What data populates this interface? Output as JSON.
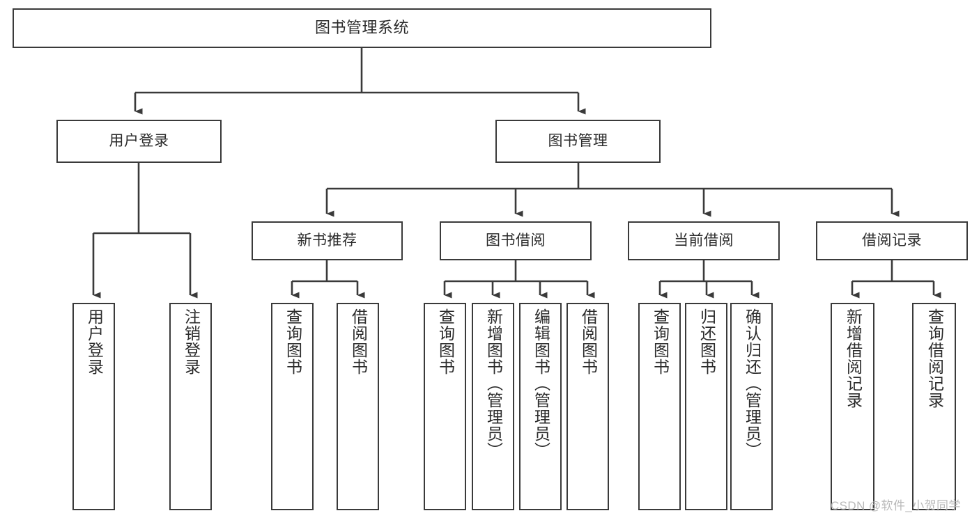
{
  "diagram": {
    "title": "图书管理系统",
    "type": "hierarchy-tree",
    "root": {
      "id": "root",
      "label": "图书管理系统"
    },
    "level1": [
      {
        "id": "user-login",
        "label": "用户登录"
      },
      {
        "id": "book-management",
        "label": "图书管理"
      }
    ],
    "level2": [
      {
        "id": "new-book-recommend",
        "label": "新书推荐",
        "parent": "book-management"
      },
      {
        "id": "book-borrow",
        "label": "图书借阅",
        "parent": "book-management"
      },
      {
        "id": "current-borrow",
        "label": "当前借阅",
        "parent": "book-management"
      },
      {
        "id": "borrow-record",
        "label": "借阅记录",
        "parent": "book-management"
      }
    ],
    "leaves": [
      {
        "id": "leaf-user-login",
        "label": "用户登录",
        "parent": "user-login"
      },
      {
        "id": "leaf-logout-login",
        "label": "注销登录",
        "parent": "user-login"
      },
      {
        "id": "leaf-query-book-1",
        "label": "查询图书",
        "parent": "new-book-recommend"
      },
      {
        "id": "leaf-borrow-book-1",
        "label": "借阅图书",
        "parent": "new-book-recommend"
      },
      {
        "id": "leaf-query-book-2",
        "label": "查询图书",
        "parent": "book-borrow"
      },
      {
        "id": "leaf-add-book",
        "label": "新增图书（管理员）",
        "parent": "book-borrow"
      },
      {
        "id": "leaf-edit-book",
        "label": "编辑图书（管理员）",
        "parent": "book-borrow"
      },
      {
        "id": "leaf-borrow-book-2",
        "label": "借阅图书",
        "parent": "book-borrow"
      },
      {
        "id": "leaf-query-book-3",
        "label": "查询图书",
        "parent": "current-borrow"
      },
      {
        "id": "leaf-return-book",
        "label": "归还图书",
        "parent": "current-borrow"
      },
      {
        "id": "leaf-confirm-return",
        "label": "确认归还（管理员）",
        "parent": "current-borrow"
      },
      {
        "id": "leaf-add-record",
        "label": "新增借阅记录",
        "parent": "borrow-record"
      },
      {
        "id": "leaf-query-record",
        "label": "查询借阅记录",
        "parent": "borrow-record"
      }
    ],
    "colors": {
      "stroke": "#3a3a3a",
      "text": "#2b2b2b",
      "background": "#ffffff",
      "watermark": "#b9b9b9"
    }
  },
  "watermark": {
    "text": "CSDN @软件_小贺同学"
  }
}
